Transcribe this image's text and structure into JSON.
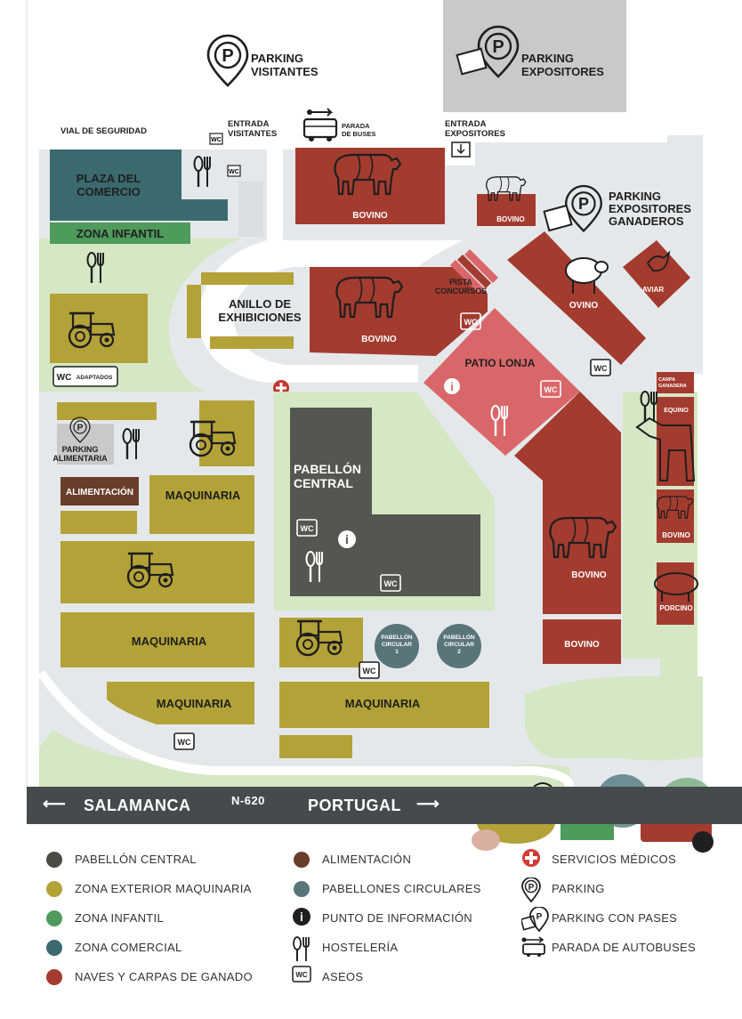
{
  "colors": {
    "tan": "#b3a238",
    "red": "#a43b2f",
    "pink": "#d9676a",
    "teal": "#3a6a6e",
    "green": "#4e9b5c",
    "darkgray": "#545750",
    "lightgreen": "#d5e7c5",
    "circular": "#597579",
    "brown": "#6a3d2b",
    "walk": "#e5e8ea",
    "road": "#454b4c"
  },
  "top": {
    "parking_visitantes": "PARKING\nVISITANTES",
    "parking_expositores": "PARKING\nEXPOSITORES",
    "vial_seguridad": "VIAL DE SEGURIDAD",
    "entrada_visitantes": "ENTRADA\nVISITANTES",
    "parada_buses": "PARADA\nDE BUSES",
    "entrada_expositores": "ENTRADA\nEXPOSITORES"
  },
  "zones": {
    "plaza_comercio": "PLAZA DEL\nCOMERCIO",
    "zona_infantil": "ZONA INFANTIL",
    "bovino": "BOVINO",
    "parking_ganaderos": "PARKING\nEXPOSITORES\nGANADEROS",
    "anillo": "ANILLO DE\nEXHIBICIONES",
    "pista": "PISTA\nCONCURSOS",
    "ovino": "OVINO",
    "aviar": "AVIAR",
    "patio_lonja": "PATIO LONJA",
    "wc_adaptados": "ADAPTADOS",
    "parking_alimentaria": "PARKING\nALIMENTARIA",
    "alimentacion": "ALIMENTACIÓN",
    "maquinaria": "MAQUINARIA",
    "pabellon_central": "PABELLÓN\nCENTRAL",
    "carpa_ganadera": "CARPA\nGANADERA",
    "equino": "EQUINO",
    "porcino": "PORCINO",
    "pabellon_circular_1": "PABELLÓN\nCIRCULAR\n1",
    "pabellon_circular_2": "PABELLÓN\nCIRCULAR\n2",
    "wc": "WC",
    "info": "i"
  },
  "road": {
    "salamanca": "SALAMANCA",
    "code": "N-620",
    "portugal": "PORTUGAL"
  },
  "legend": {
    "col1": [
      {
        "label": "PABELLÓN CENTRAL",
        "color": "#4b4b45"
      },
      {
        "label": "ZONA EXTERIOR MAQUINARIA",
        "color": "#b3a238"
      },
      {
        "label": "ZONA INFANTIL",
        "color": "#4e9b5c"
      },
      {
        "label": "ZONA COMERCIAL",
        "color": "#3a6a6e"
      },
      {
        "label": "NAVES Y CARPAS DE GANADO",
        "color": "#a43b2f"
      }
    ],
    "col2": [
      {
        "label": "ALIMENTACIÓN",
        "color": "#6a3d2b"
      },
      {
        "label": "PABELLONES CIRCULARES",
        "color": "#597579"
      },
      {
        "label": "PUNTO DE INFORMACIÓN",
        "icon": "info-icon"
      },
      {
        "label": "HOSTELERÍA",
        "icon": "fork-knife-icon"
      },
      {
        "label": "ASEOS",
        "icon": "wc-icon"
      }
    ],
    "col3": [
      {
        "label": "SERVICIOS MÉDICOS",
        "icon": "medical-cross-icon"
      },
      {
        "label": "PARKING",
        "icon": "parking-pin-icon"
      },
      {
        "label": "PARKING CON PASES",
        "icon": "parking-pass-icon"
      },
      {
        "label": "PARADA DE AUTOBUSES",
        "icon": "bus-stop-icon"
      }
    ]
  }
}
